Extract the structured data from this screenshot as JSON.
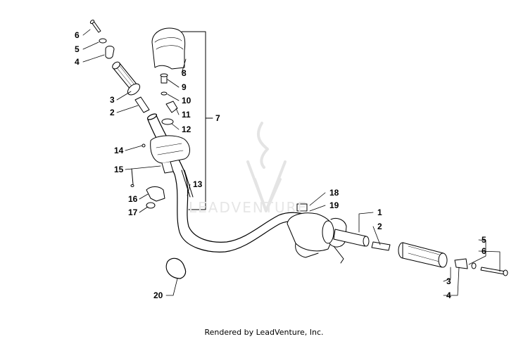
{
  "diagram": {
    "watermark_text": "LEADVENTURE",
    "footer_text": "Rendered by LeadVenture, Inc.",
    "callouts": {
      "left_6": "6",
      "left_5": "5",
      "left_4": "4",
      "left_3": "3",
      "left_2": "2",
      "c8": "8",
      "c9": "9",
      "c10": "10",
      "c11": "11",
      "c12": "12",
      "c7": "7",
      "c14": "14",
      "c15": "15",
      "c13": "13",
      "c16": "16",
      "c17": "17",
      "c18": "18",
      "c19": "19",
      "right_1": "1",
      "right_2": "2",
      "right_5": "5",
      "right_6": "6",
      "right_3": "3",
      "right_4": "4",
      "c20": "20"
    }
  }
}
